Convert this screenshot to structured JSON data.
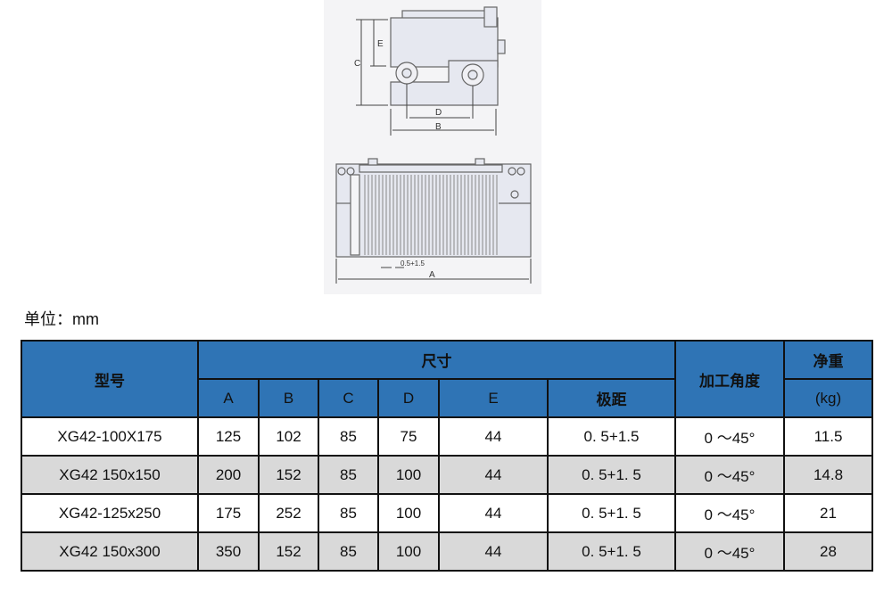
{
  "drawing": {
    "labels": {
      "C": "C",
      "E": "E",
      "D": "D",
      "B": "B",
      "A": "A",
      "pitch": "0.5+1.5"
    }
  },
  "unit_label": "单位：mm",
  "table": {
    "headers": {
      "model": "型号",
      "size": "尺寸",
      "A": "A",
      "B": "B",
      "C": "C",
      "D": "D",
      "E": "E",
      "pole_pitch": "极距",
      "angle": "加工角度",
      "weight": "净重",
      "weight_unit": "(kg)"
    },
    "rows": [
      [
        "XG42-100X175",
        "125",
        "102",
        "85",
        "75",
        "44",
        "0. 5+1.5",
        "0 ～45°",
        "11.5"
      ],
      [
        "XG42 150x150",
        "200",
        "152",
        "85",
        "100",
        "44",
        "0. 5+1. 5",
        "0 ～45°",
        "14.8"
      ],
      [
        "XG42-125x250",
        "175",
        "252",
        "85",
        "100",
        "44",
        "0. 5+1. 5",
        "0 ～45°",
        "21"
      ],
      [
        "XG42 150x300",
        "350",
        "152",
        "85",
        "100",
        "44",
        "0. 5+1. 5",
        "0 ～45°",
        "28"
      ]
    ]
  }
}
